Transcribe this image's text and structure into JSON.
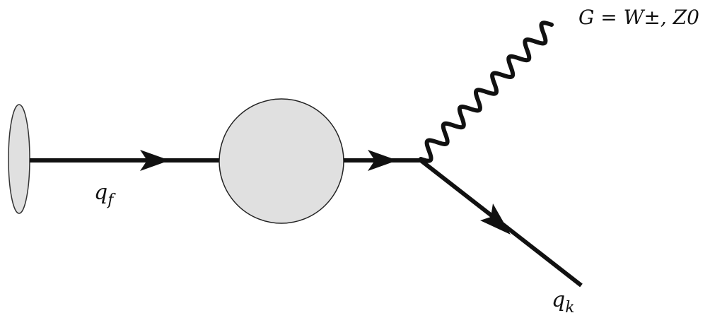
{
  "labels": {
    "incoming_quark": {
      "symbol": "q",
      "subscript": "f"
    },
    "outgoing_quark": {
      "symbol": "q",
      "subscript": "k"
    },
    "boson": "G = W±, Z0"
  },
  "colors": {
    "line": "#111111",
    "blob_fill": "#e0e0e0",
    "blob_stroke": "#222222"
  }
}
